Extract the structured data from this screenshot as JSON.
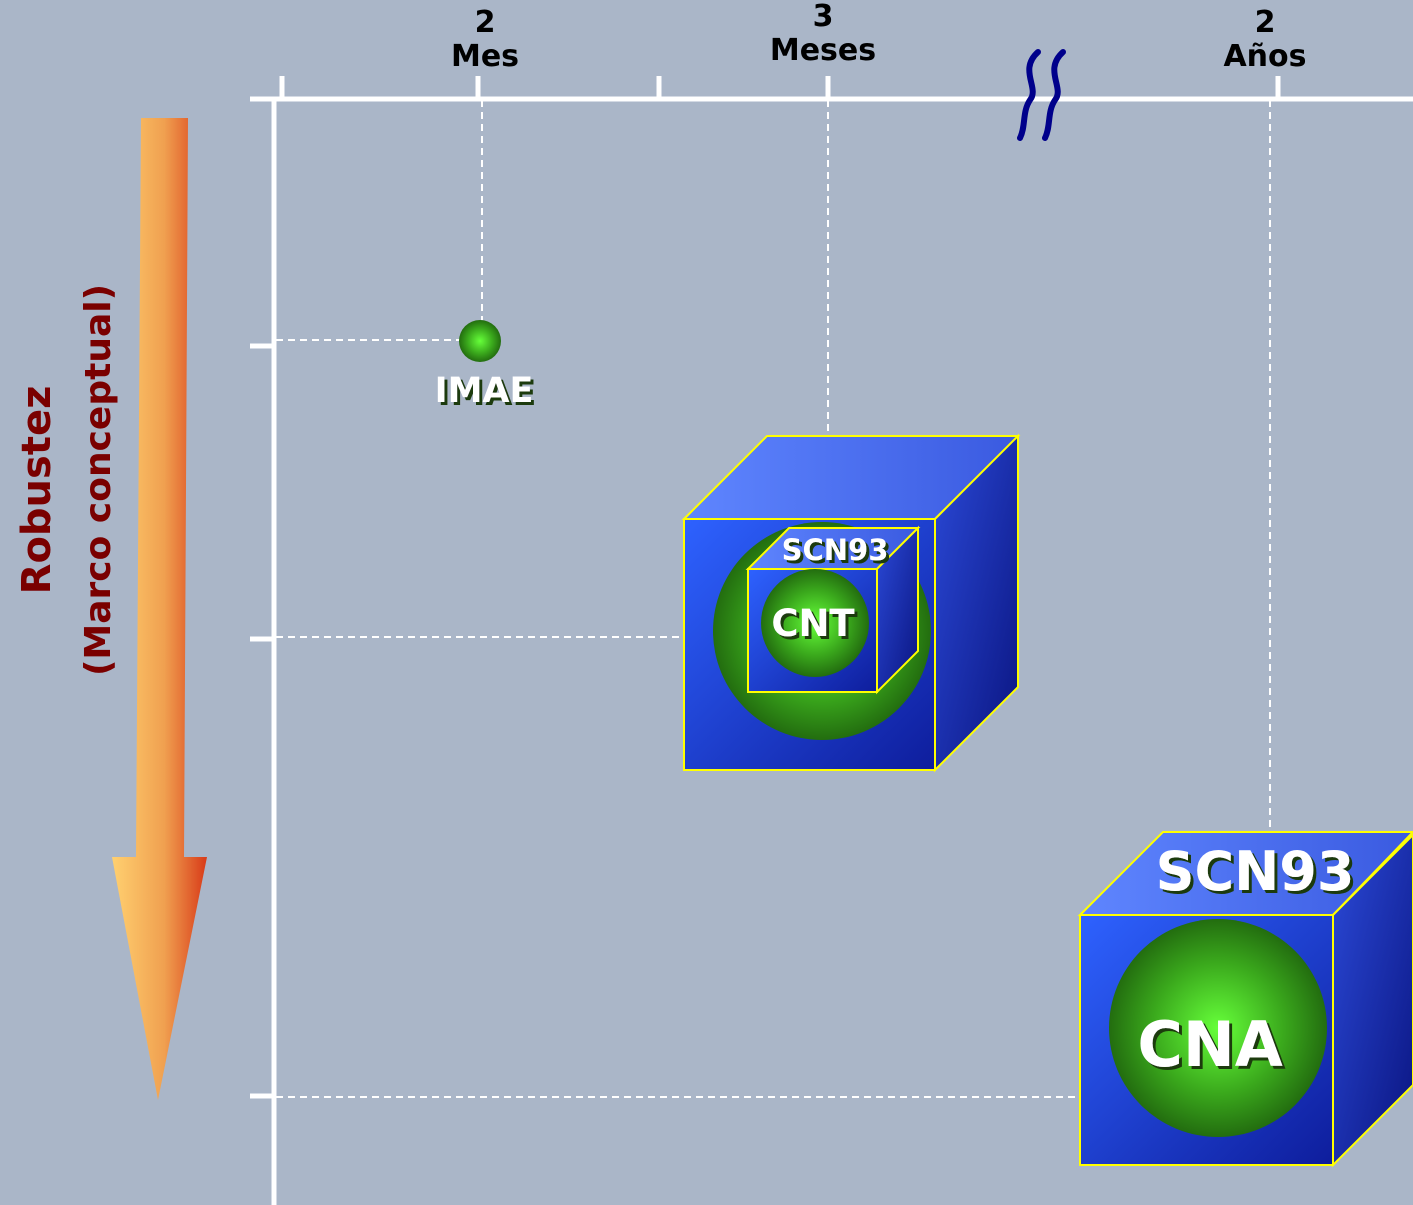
{
  "time_axis": {
    "ticks": [
      {
        "value": "2",
        "unit": "Mes"
      },
      {
        "value": "3",
        "unit": "Meses"
      },
      {
        "value": "2",
        "unit": "Años"
      }
    ]
  },
  "robustness_axis": {
    "title": "Robustez",
    "subtitle": "(Marco conceptual)"
  },
  "items": {
    "imae": "IMAE",
    "scn93_small": "SCN93",
    "cnt": "CNT",
    "scn93_large": "SCN93",
    "cna": "CNA"
  },
  "colors": {
    "background": "#aab6c8",
    "axis": "#ffffff",
    "break_mark": "#00008b",
    "robustez_text": "#7a0000",
    "cube_edge": "#ffff00",
    "sphere": "#3fd82a",
    "cube_front": "#2a50e0"
  }
}
